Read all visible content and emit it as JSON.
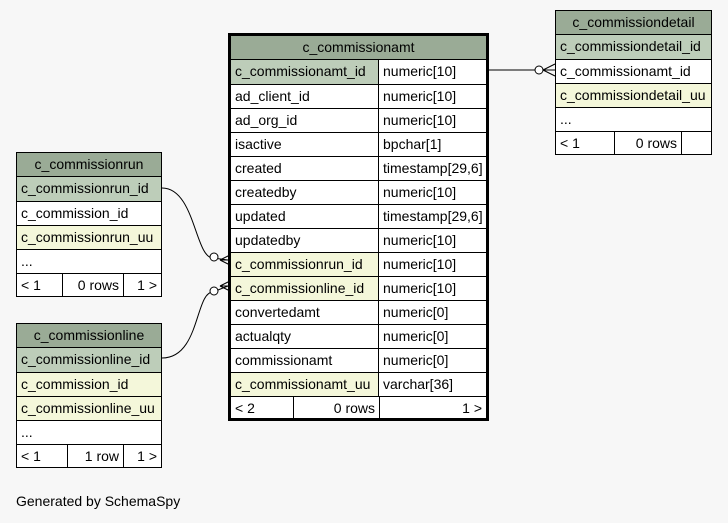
{
  "main": {
    "title": "c_commissionamt",
    "columns": [
      {
        "name": "c_commissionamt_id",
        "type": "numeric[10]"
      },
      {
        "name": "ad_client_id",
        "type": "numeric[10]"
      },
      {
        "name": "ad_org_id",
        "type": "numeric[10]"
      },
      {
        "name": "isactive",
        "type": "bpchar[1]"
      },
      {
        "name": "created",
        "type": "timestamp[29,6]"
      },
      {
        "name": "createdby",
        "type": "numeric[10]"
      },
      {
        "name": "updated",
        "type": "timestamp[29,6]"
      },
      {
        "name": "updatedby",
        "type": "numeric[10]"
      },
      {
        "name": "c_commissionrun_id",
        "type": "numeric[10]"
      },
      {
        "name": "c_commissionline_id",
        "type": "numeric[10]"
      },
      {
        "name": "convertedamt",
        "type": "numeric[0]"
      },
      {
        "name": "actualqty",
        "type": "numeric[0]"
      },
      {
        "name": "commissionamt",
        "type": "numeric[0]"
      },
      {
        "name": "c_commissionamt_uu",
        "type": "varchar[36]"
      }
    ],
    "footer": {
      "left": "< 2",
      "rows": "0 rows",
      "right": "1 >"
    }
  },
  "detail": {
    "title": "c_commissiondetail",
    "columns": [
      "c_commissiondetail_id",
      "c_commissionamt_id",
      "c_commissiondetail_uu",
      "..."
    ],
    "footer": {
      "left": "< 1",
      "rows": "0 rows",
      "right": ""
    }
  },
  "run": {
    "title": "c_commissionrun",
    "columns": [
      "c_commissionrun_id",
      "c_commission_id",
      "c_commissionrun_uu",
      "..."
    ],
    "footer": {
      "left": "< 1",
      "rows": "0 rows",
      "right": "1 >"
    }
  },
  "line": {
    "title": "c_commissionline",
    "columns": [
      "c_commissionline_id",
      "c_commission_id",
      "c_commissionline_uu",
      "..."
    ],
    "footer": {
      "left": "< 1",
      "rows": "1 row",
      "right": "1 >"
    }
  },
  "generated_by": "Generated by SchemaSpy"
}
